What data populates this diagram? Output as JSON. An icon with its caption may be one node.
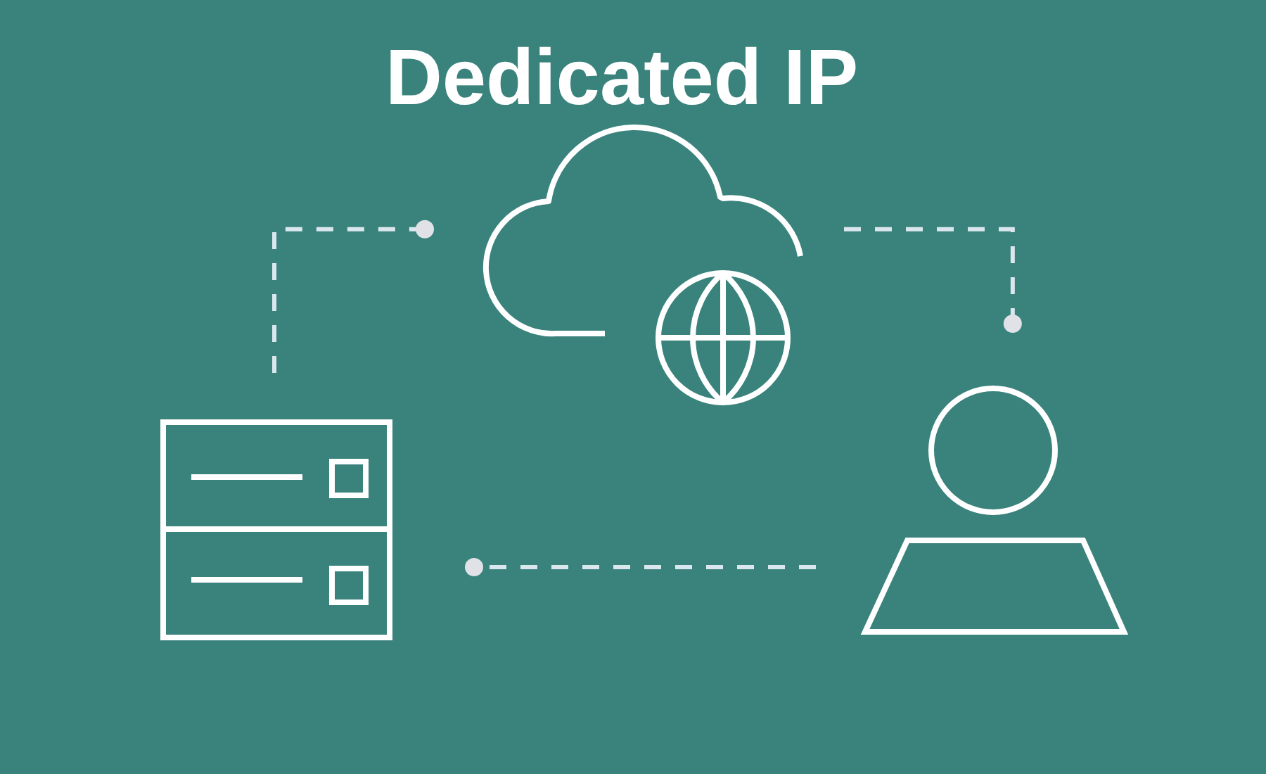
{
  "diagram": {
    "title": "Dedicated IP",
    "nodes": [
      {
        "text": [],
        "shape": "picture"
      },
      {
        "text": [],
        "shape": "cloud"
      },
      {
        "text": [],
        "shape": "person"
      }
    ],
    "edges": [
      {
        "from": 0,
        "to": 1,
        "arrow": "other",
        "style": "dashed"
      },
      {
        "from": 1,
        "to": 2,
        "arrow": "other",
        "style": "dashed"
      },
      {
        "from": 2,
        "to": 0,
        "arrow": "other",
        "style": "dashed"
      }
    ]
  }
}
